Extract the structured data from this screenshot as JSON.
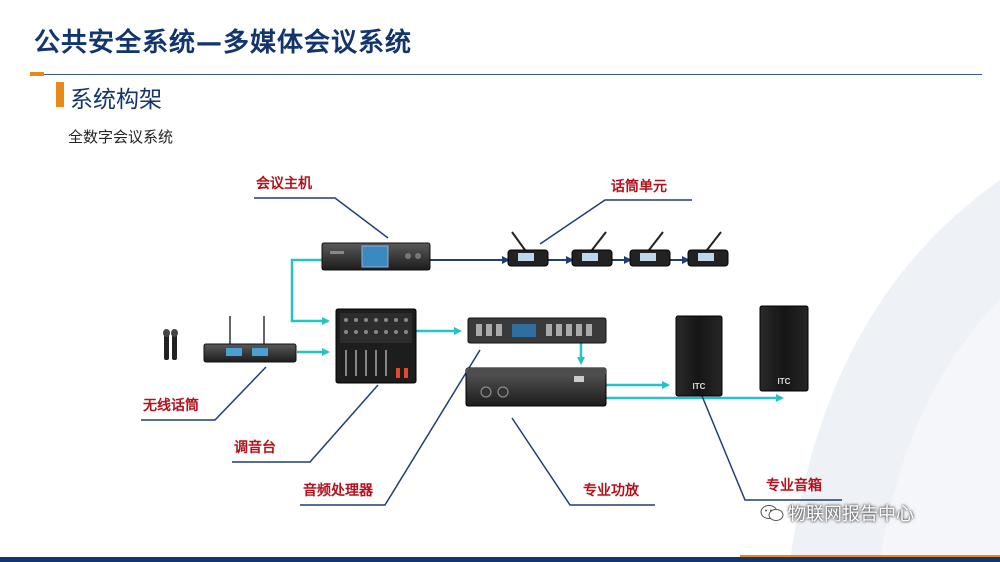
{
  "header": {
    "title": "公共安全系统—多媒体会议系统",
    "section_title": "系统构架",
    "subtitle": "全数字会议系统"
  },
  "labels": {
    "conference_host": "会议主机",
    "mic_unit": "话筒单元",
    "wireless_mic": "无线话筒",
    "mixer": "调音台",
    "audio_processor": "音频处理器",
    "power_amp": "专业功放",
    "speaker": "专业音箱"
  },
  "watermark": {
    "text": "物联网报告中心",
    "icon": "wechat-icon"
  },
  "brand": {
    "speaker_logo": "ITC"
  },
  "colors": {
    "title": "#12356e",
    "accent": "#e8891a",
    "label": "#b3121d",
    "connector": "#25c3c3",
    "leader_line": "#1f3f74"
  }
}
